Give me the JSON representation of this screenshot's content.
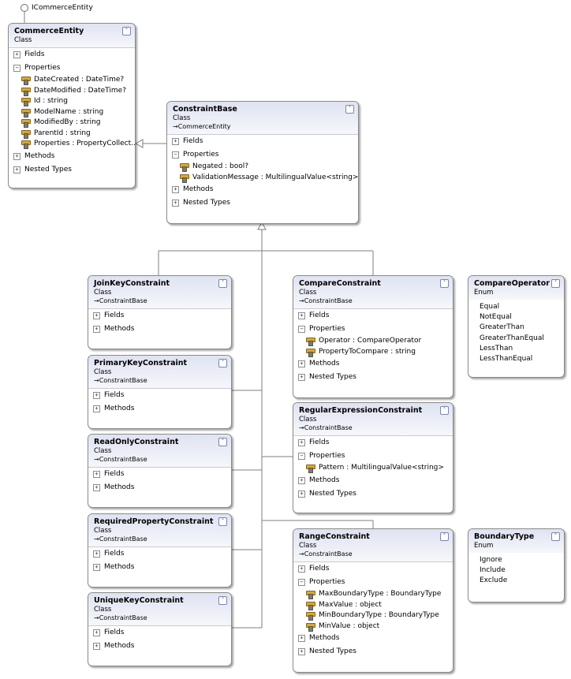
{
  "interface_label": "ICommerceEntity",
  "classes": {
    "commerceentity": {
      "name": "CommerceEntity",
      "kind": "Class",
      "base": "",
      "sections": [
        {
          "label": "Fields",
          "expanded": false,
          "members": []
        },
        {
          "label": "Properties",
          "expanded": true,
          "members": [
            "DateCreated : DateTime?",
            "DateModified : DateTime?",
            "Id : string",
            "ModelName : string",
            "ModifiedBy : string",
            "ParentId : string",
            "Properties : PropertyCollect..."
          ]
        },
        {
          "label": "Methods",
          "expanded": false,
          "members": []
        },
        {
          "label": "Nested Types",
          "expanded": false,
          "members": []
        }
      ]
    },
    "constraintbase": {
      "name": "ConstraintBase",
      "kind": "Class",
      "base": "CommerceEntity",
      "sections": [
        {
          "label": "Fields",
          "expanded": false,
          "members": []
        },
        {
          "label": "Properties",
          "expanded": true,
          "members": [
            "Negated : bool?",
            "ValidationMessage : MultilingualValue<string>"
          ]
        },
        {
          "label": "Methods",
          "expanded": false,
          "members": []
        },
        {
          "label": "Nested Types",
          "expanded": false,
          "members": []
        }
      ]
    },
    "joinkey": {
      "name": "JoinKeyConstraint",
      "kind": "Class",
      "base": "ConstraintBase",
      "sections": [
        {
          "label": "Fields",
          "expanded": false,
          "members": []
        },
        {
          "label": "Methods",
          "expanded": false,
          "members": []
        }
      ]
    },
    "primarykey": {
      "name": "PrimaryKeyConstraint",
      "kind": "Class",
      "base": "ConstraintBase",
      "sections": [
        {
          "label": "Fields",
          "expanded": false,
          "members": []
        },
        {
          "label": "Methods",
          "expanded": false,
          "members": []
        }
      ]
    },
    "readonly": {
      "name": "ReadOnlyConstraint",
      "kind": "Class",
      "base": "ConstraintBase",
      "sections": [
        {
          "label": "Fields",
          "expanded": false,
          "members": []
        },
        {
          "label": "Methods",
          "expanded": false,
          "members": []
        }
      ]
    },
    "requiredproperty": {
      "name": "RequiredPropertyConstraint",
      "kind": "Class",
      "base": "ConstraintBase",
      "sections": [
        {
          "label": "Fields",
          "expanded": false,
          "members": []
        },
        {
          "label": "Methods",
          "expanded": false,
          "members": []
        }
      ]
    },
    "uniquekey": {
      "name": "UniqueKeyConstraint",
      "kind": "Class",
      "base": "ConstraintBase",
      "sections": [
        {
          "label": "Fields",
          "expanded": false,
          "members": []
        },
        {
          "label": "Methods",
          "expanded": false,
          "members": []
        }
      ]
    },
    "compare": {
      "name": "CompareConstraint",
      "kind": "Class",
      "base": "ConstraintBase",
      "sections": [
        {
          "label": "Fields",
          "expanded": false,
          "members": []
        },
        {
          "label": "Properties",
          "expanded": true,
          "members": [
            "Operator : CompareOperator",
            "PropertyToCompare : string"
          ]
        },
        {
          "label": "Methods",
          "expanded": false,
          "members": []
        },
        {
          "label": "Nested Types",
          "expanded": false,
          "members": []
        }
      ]
    },
    "regex": {
      "name": "RegularExpressionConstraint",
      "kind": "Class",
      "base": "ConstraintBase",
      "sections": [
        {
          "label": "Fields",
          "expanded": false,
          "members": []
        },
        {
          "label": "Properties",
          "expanded": true,
          "members": [
            "Pattern : MultilingualValue<string>"
          ]
        },
        {
          "label": "Methods",
          "expanded": false,
          "members": []
        },
        {
          "label": "Nested Types",
          "expanded": false,
          "members": []
        }
      ]
    },
    "range": {
      "name": "RangeConstraint",
      "kind": "Class",
      "base": "ConstraintBase",
      "sections": [
        {
          "label": "Fields",
          "expanded": false,
          "members": []
        },
        {
          "label": "Properties",
          "expanded": true,
          "members": [
            "MaxBoundaryType : BoundaryType",
            "MaxValue : object",
            "MinBoundaryType : BoundaryType",
            "MinValue : object"
          ]
        },
        {
          "label": "Methods",
          "expanded": false,
          "members": []
        },
        {
          "label": "Nested Types",
          "expanded": false,
          "members": []
        }
      ]
    }
  },
  "enums": {
    "compareoperator": {
      "name": "CompareOperator",
      "kind": "Enum",
      "values": [
        "Equal",
        "NotEqual",
        "GreaterThan",
        "GreaterThanEqual",
        "LessThan",
        "LessThanEqual"
      ]
    },
    "boundarytype": {
      "name": "BoundaryType",
      "kind": "Enum",
      "values": [
        "Ignore",
        "Include",
        "Exclude"
      ]
    }
  }
}
